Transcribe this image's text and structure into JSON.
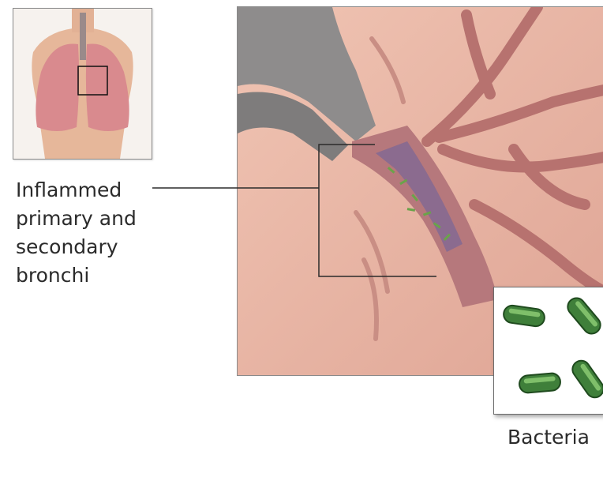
{
  "labels": {
    "inflamed_lines": [
      "Inflammed",
      "primary and",
      "secondary",
      "bronchi"
    ],
    "bacteria": "Bacteria"
  },
  "colors": {
    "lung_tissue": "#e8b4a4",
    "airway": "#b9716a",
    "trachea": "#8a8a8a",
    "bacteria": "#3f7f3a",
    "callout_line": "#2b2b2b"
  }
}
